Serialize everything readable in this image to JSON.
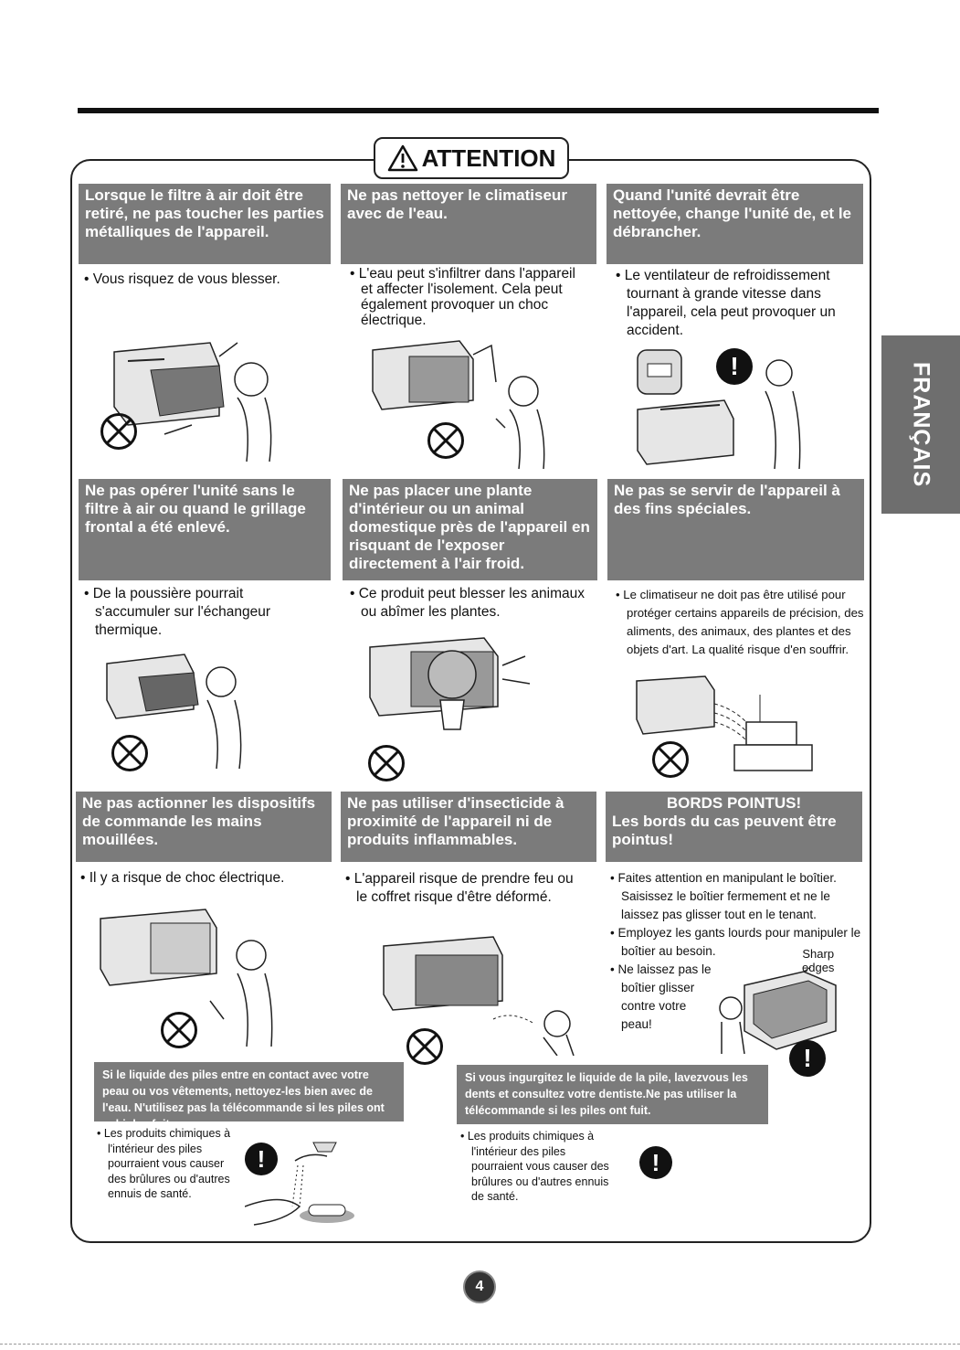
{
  "title": "ATTENTION",
  "side_tab": "FRANÇAIS",
  "page_number": "4",
  "cells": [
    {
      "header": "Lorsque le filtre à air doit être retiré, ne pas toucher les parties métalliques de l'appareil.",
      "body": [
        "• Vous risquez de vous blesser."
      ]
    },
    {
      "header": "Ne pas nettoyer le climatiseur avec de l'eau.",
      "body": [
        "• L'eau peut s'infiltrer dans l'appareil et affecter l'isolement. Cela peut également provoquer un choc électrique."
      ]
    },
    {
      "header": "Quand l'unité devrait être nettoyée, change l'unité de, et le débrancher.",
      "body": [
        "• Le ventilateur de refroidissement tournant à grande vitesse dans l'appareil, cela peut provoquer un accident."
      ]
    },
    {
      "header": "Ne pas opérer l'unité sans le filtre à air ou quand le grillage frontal a été enlevé.",
      "body": [
        "• De la poussière pourrait s'accumuler sur l'échangeur thermique."
      ]
    },
    {
      "header": "Ne pas placer une plante d'intérieur ou un animal domestique près de l'appareil en risquant de l'exposer directement à l'air froid.",
      "body": [
        "• Ce produit peut blesser les animaux ou abîmer les plantes."
      ]
    },
    {
      "header": "Ne pas se servir de l'appareil à des fins spéciales.",
      "body": [
        "• Le climatiseur ne doit pas être utilisé pour protéger certains appareils de précision, des aliments, des animaux, des plantes et des objets d'art. La qualité risque d'en souffrir."
      ]
    },
    {
      "header": "Ne pas actionner les dispositifs de commande les mains mouillées.",
      "body": [
        "• Il y a risque de choc électrique."
      ]
    },
    {
      "header": "Ne pas utiliser d'insecticide à proximité de l'appareil ni de produits inflammables.",
      "body": [
        "• L'appareil risque de prendre feu ou le coffret risque d'être déformé."
      ]
    },
    {
      "header": "BORDS POINTUS!",
      "header2": "Les bords du cas peuvent être pointus!",
      "body": [
        "• Faites attention en manipulant le boîtier. Saisissez le boîtier fermement et ne le laissez pas glisser tout en le tenant.",
        "• Employez les gants lourds pour manipuler le boîtier au besoin.",
        "• Ne laissez pas le boîtier glisser contre votre peau!"
      ]
    }
  ],
  "sharp_label": [
    "Sharp",
    "edges"
  ],
  "battery": [
    {
      "header": "Si le liquide des piles entre en contact avec votre peau ou vos vêtements, nettoyez-les bien avec de l'eau. N'utilisez pas la télécommande si les piles ont subi des fuites.",
      "body": "• Les produits chimiques à l'intérieur des piles pourraient vous causer des brûlures ou d'autres ennuis de santé."
    },
    {
      "header": "Si vous ingurgitez le liquide de la pile, lavezvous les dents et consultez votre dentiste.Ne pas utiliser la télécommande si les piles ont fuit.",
      "body": "• Les produits chimiques à l'intérieur des piles pourraient vous causer des brûlures ou d'autres ennuis de santé."
    }
  ],
  "bang_symbol": "!",
  "icons": [
    "warning-triangle-icon",
    "prohibition-icon",
    "mandatory-icon"
  ]
}
